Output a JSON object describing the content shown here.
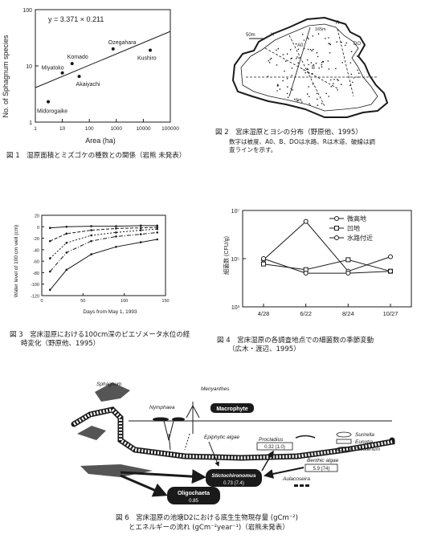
{
  "fig1": {
    "equation": "y = 3.371 × 0.211",
    "ylabel": "No. of Sphagnum species",
    "xlabel": "Area (ha)",
    "yticks": [
      "100",
      "10",
      "1"
    ],
    "xticks": [
      "1",
      "10",
      "100",
      "1000",
      "10000",
      "100000"
    ],
    "caption": "図 1　湿原面積とミズゴケの種数との関係（岩熊 未発表）"
  },
  "chart_data": [
    {
      "type": "scatter",
      "title": "",
      "ylabel": "No. of Sphagnum species",
      "xlabel": "Area (ha)",
      "xscale": "log",
      "yscale": "log",
      "xlim": [
        1,
        100000
      ],
      "ylim": [
        1,
        100
      ],
      "points": [
        {
          "label": "Ozegahara",
          "x": 760,
          "y": 20
        },
        {
          "label": "Komado",
          "x": 23,
          "y": 11
        },
        {
          "label": "Miyatoko",
          "x": 10,
          "y": 7.5
        },
        {
          "label": "Akaiyachi",
          "x": 42,
          "y": 6.5
        },
        {
          "label": "Kushiro",
          "x": 18000,
          "y": 19
        },
        {
          "label": "Midorogaike",
          "x": 3,
          "y": 2.3
        }
      ],
      "fit": {
        "equation": "y = 3.371 × 0.211",
        "x": [
          1,
          100000
        ],
        "y": [
          4.1,
          41
        ]
      }
    },
    {
      "type": "line",
      "title": "",
      "xlabel": "Days from May 1, 1993",
      "ylabel": "Water level of 100 cm well (cm)",
      "xlim": [
        0,
        150
      ],
      "ylim": [
        -120,
        20
      ],
      "series": [
        {
          "x": [
            10,
            30,
            60,
            90,
            120,
            140
          ],
          "y": [
            -2,
            0,
            1,
            1,
            2,
            2
          ]
        },
        {
          "x": [
            10,
            30,
            60,
            90,
            120,
            140
          ],
          "y": [
            -25,
            -12,
            -6,
            -3,
            -2,
            -1
          ]
        },
        {
          "x": [
            10,
            30,
            60,
            90,
            120,
            140
          ],
          "y": [
            -55,
            -28,
            -15,
            -10,
            -6,
            -4
          ]
        },
        {
          "x": [
            10,
            30,
            60,
            90,
            120,
            140
          ],
          "y": [
            -78,
            -45,
            -25,
            -17,
            -13,
            -10
          ]
        },
        {
          "x": [
            10,
            30,
            60,
            90,
            120,
            140
          ],
          "y": [
            -110,
            -75,
            -48,
            -35,
            -27,
            -22
          ]
        }
      ]
    },
    {
      "type": "line",
      "title": "",
      "ylabel": "細菌数 (CFU/g)",
      "yscale": "log",
      "ylim": [
        1000,
        10000000
      ],
      "categories": [
        "4/28",
        "6/22",
        "8/24",
        "10/27"
      ],
      "series": [
        {
          "name": "微高地",
          "marker": "circle",
          "values": [
            90000,
            3500000,
            30000,
            120000
          ]
        },
        {
          "name": "凹地",
          "marker": "square",
          "values": [
            60000,
            35000,
            90000,
            30000
          ]
        },
        {
          "name": "水路付近",
          "marker": "circle",
          "values": [
            100000,
            25000,
            25000,
            30000
          ]
        }
      ]
    }
  ],
  "fig2": {
    "scale": "50m",
    "labels": [
      "A0",
      "B",
      "DO",
      "R",
      "165m",
      "6m"
    ],
    "caption_line1": "図 2　宮床湿原とヨシの分布（野原他、1995）",
    "caption_line2": "数字は被度、A0、B、DOは水路、Rは木道、破線は調",
    "caption_line3": "査ラインを示す。"
  },
  "fig3": {
    "ylabel": "Water level of 100 cm well (cm)",
    "xlabel": "Days from May 1, 1993",
    "yticks": [
      "20",
      "0",
      "-20",
      "-40",
      "-60",
      "-80",
      "-100",
      "-120"
    ],
    "xticks": [
      "0",
      "50",
      "100",
      "150"
    ],
    "caption_line1": "図 3　宮床湿原における100cm深のピエゾメータ水位の経",
    "caption_line2": "時変化（野原他、1995）"
  },
  "fig4": {
    "ylabel": "細菌数 (CFU/g)",
    "yticks": [
      "10⁷",
      "10⁵",
      "10³"
    ],
    "legend": [
      "微高地",
      "凹地",
      "水路付近"
    ],
    "caption_line1": "図 4　宮床湿原の各調査地点での細菌数の季節変動",
    "caption_line2": "（広木・渡辺、1995）"
  },
  "fig6": {
    "sphagnum": "Sphagnum",
    "menyanthes": "Menyanthes",
    "nymphaea": "Nymphaea",
    "macrophyte": "Macrophyte",
    "epiphytic": "Epiphytic algae",
    "procladius": "Procladius",
    "procladius_val": "0.32 (1.0)",
    "surirella": "Surirella",
    "eunotia": "Eunotia",
    "closterium": "Closterium",
    "benthic": "Benthic algae",
    "benthic_val": "5.9 (74)",
    "chironomus": "Stictochironomus",
    "chironomus_val": "0.73 (7.4)",
    "aulacoseira": "Aulacoseira",
    "oligochaeta": "Oligochaeta",
    "oligochaeta_val": "0.85",
    "caption_line1": "図 6　宮床湿原の池塘D2における底生生物現存量 (gCm⁻²)",
    "caption_line2": "とエネルギーの流れ (gCm⁻²year⁻¹)（岩熊未発表）"
  }
}
